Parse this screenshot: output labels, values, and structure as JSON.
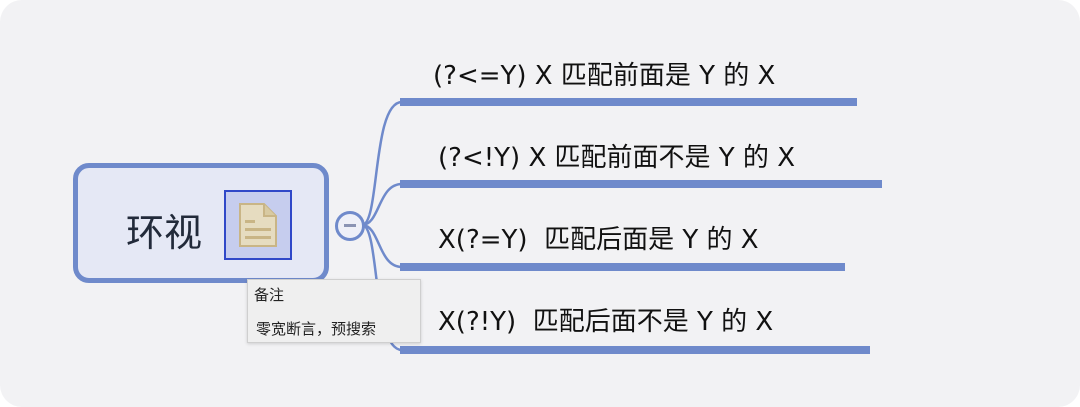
{
  "root": {
    "label": "环视",
    "note_icon": "note-document-icon"
  },
  "tooltip": {
    "title": "备注",
    "body": "零宽断言，预搜索"
  },
  "branches": [
    {
      "label": "(?<=Y) X 匹配前面是 Y 的 X"
    },
    {
      "label": "(?<!Y) X 匹配前面不是 Y 的 X"
    },
    {
      "label": "X(?=Y)  匹配后面是 Y 的 X"
    },
    {
      "label": "X(?!Y)  匹配后面不是 Y 的 X"
    }
  ],
  "colors": {
    "line": "#6f8acb",
    "background": "#f2f2f4",
    "node_fill": "#e5e8f5"
  }
}
